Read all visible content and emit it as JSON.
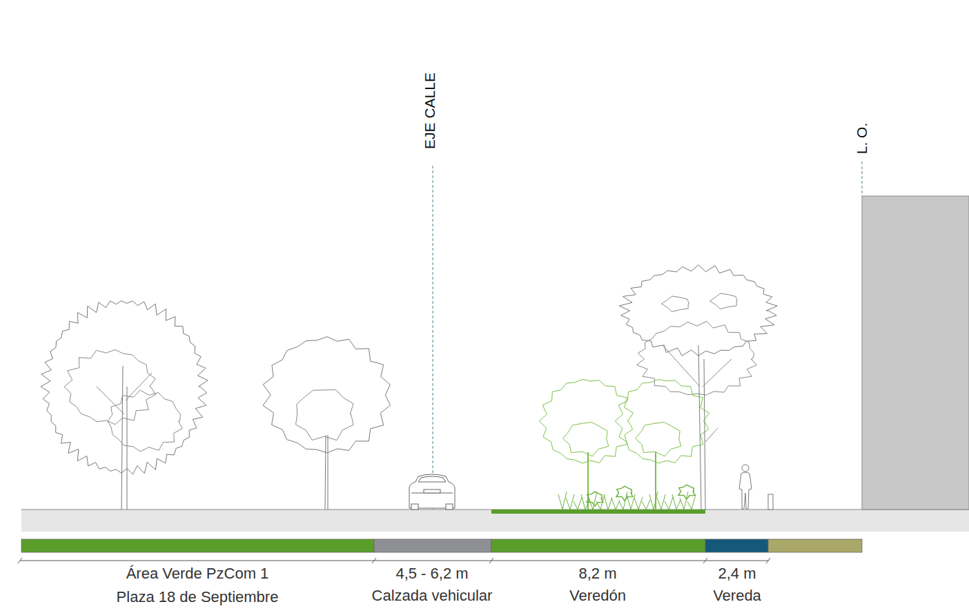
{
  "diagram": {
    "labels": [
      "EJE CALLE",
      "L. O.",
      "Área Verde PzCom 1",
      "Plaza 18 de Septiembre",
      "4,5 - 6,2 m",
      "Calzada vehicular",
      "8,2 m",
      "Veredón",
      "2,4 m",
      "Vereda"
    ]
  }
}
